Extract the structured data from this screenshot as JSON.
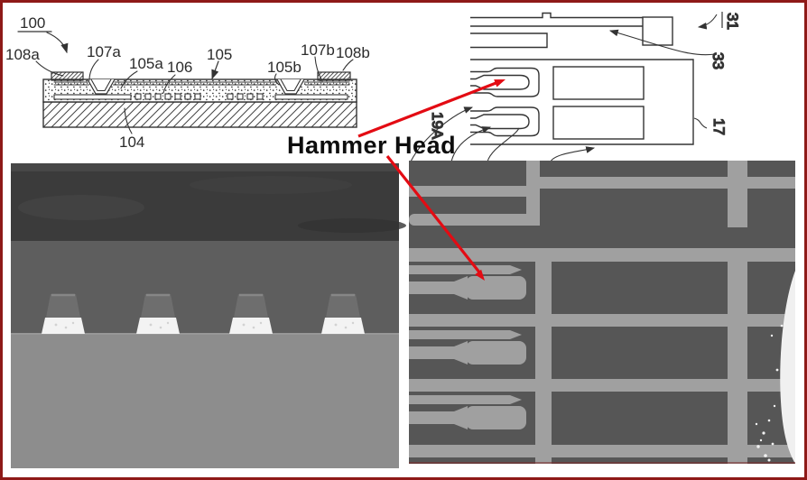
{
  "frame": {
    "border_color": "#8e1a18",
    "background": "#ffffff"
  },
  "annotation": {
    "hammer_head": "Hammer Head",
    "arrow_color": "#e30b13",
    "text_color": "#0d0d0d"
  },
  "cross_section_diagram": {
    "line_color": "#333333",
    "labels": {
      "ref_100": "100",
      "pad_left": "108a",
      "layer_107a": "107a",
      "layer_105a": "105a",
      "layer_106": "106",
      "layer_105": "105",
      "layer_105b": "105b",
      "layer_107b": "107b",
      "pad_right": "108b",
      "substrate": "104"
    }
  },
  "top_view_diagram": {
    "line_color": "#333333",
    "labels": {
      "ref_31": "31",
      "ref_33": "33",
      "ref_19a": "19A",
      "ref_17": "17"
    }
  },
  "sem_left": {
    "colors": {
      "top_band": "#3b3b3b",
      "mid_band": "#5e5e5e",
      "bottom_band": "#8d8d8d",
      "bump_cap": "#6e6e6e",
      "bump_bright": "#f3f3f3"
    }
  },
  "sem_right": {
    "colors": {
      "background": "#565656",
      "trace": "#a0a0a0",
      "edge_highlight": "#f0f0f0"
    }
  }
}
